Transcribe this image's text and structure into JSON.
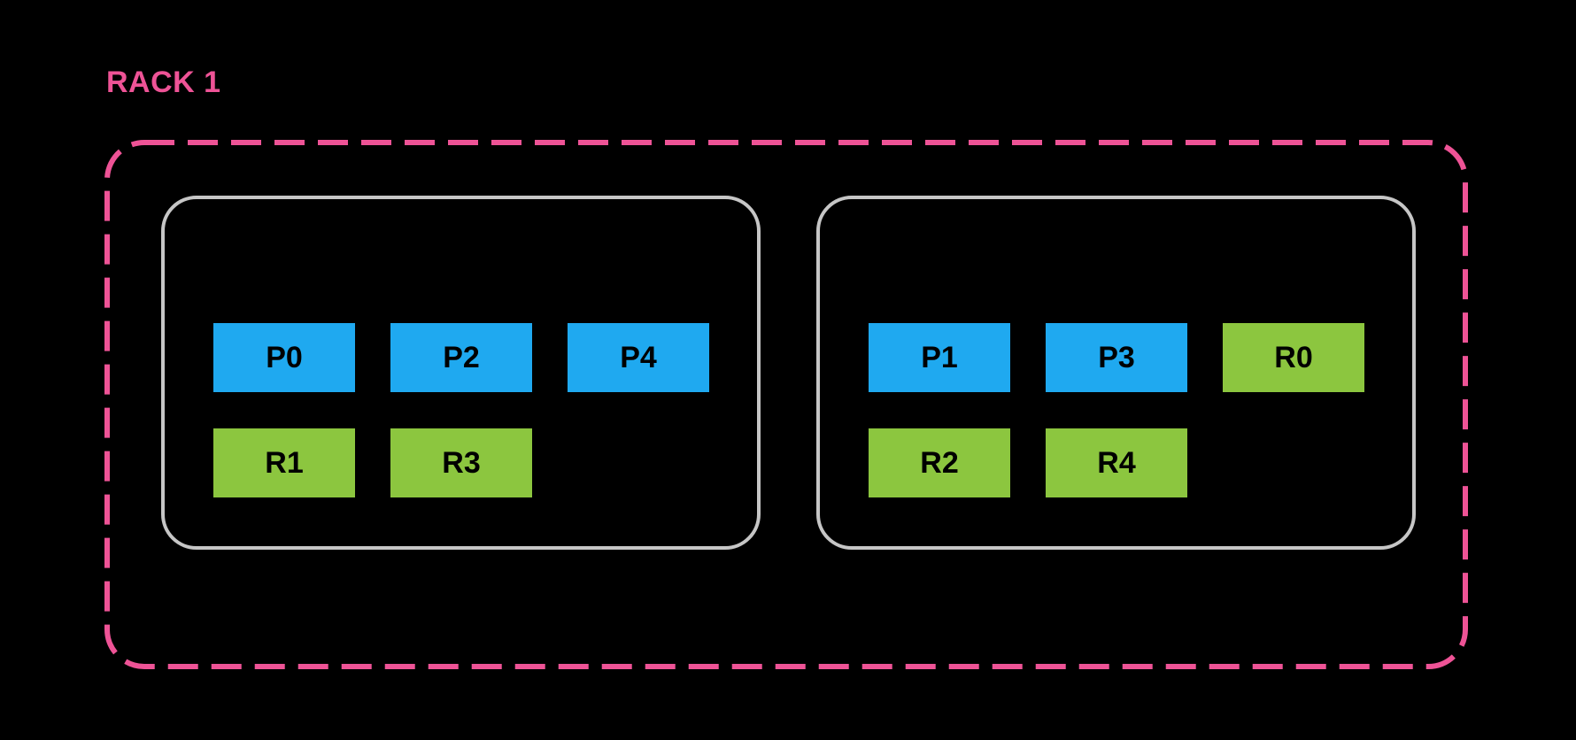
{
  "colors": {
    "background": "#000000",
    "rack_outline": "#ee5396",
    "host_outline": "#c6c6c6",
    "primary_blue": "#1fa9f0",
    "replica_green": "#8cc63f",
    "slot_text": "#000000"
  },
  "rack": {
    "label": "RACK 1",
    "hosts": [
      {
        "rows": [
          [
            {
              "label": "P0",
              "role": "primary"
            },
            {
              "label": "P2",
              "role": "primary"
            },
            {
              "label": "P4",
              "role": "primary"
            }
          ],
          [
            {
              "label": "R1",
              "role": "replica"
            },
            {
              "label": "R3",
              "role": "replica"
            }
          ]
        ]
      },
      {
        "rows": [
          [
            {
              "label": "P1",
              "role": "primary"
            },
            {
              "label": "P3",
              "role": "primary"
            },
            {
              "label": "R0",
              "role": "replica"
            }
          ],
          [
            {
              "label": "R2",
              "role": "replica"
            },
            {
              "label": "R4",
              "role": "replica"
            }
          ]
        ]
      }
    ]
  }
}
